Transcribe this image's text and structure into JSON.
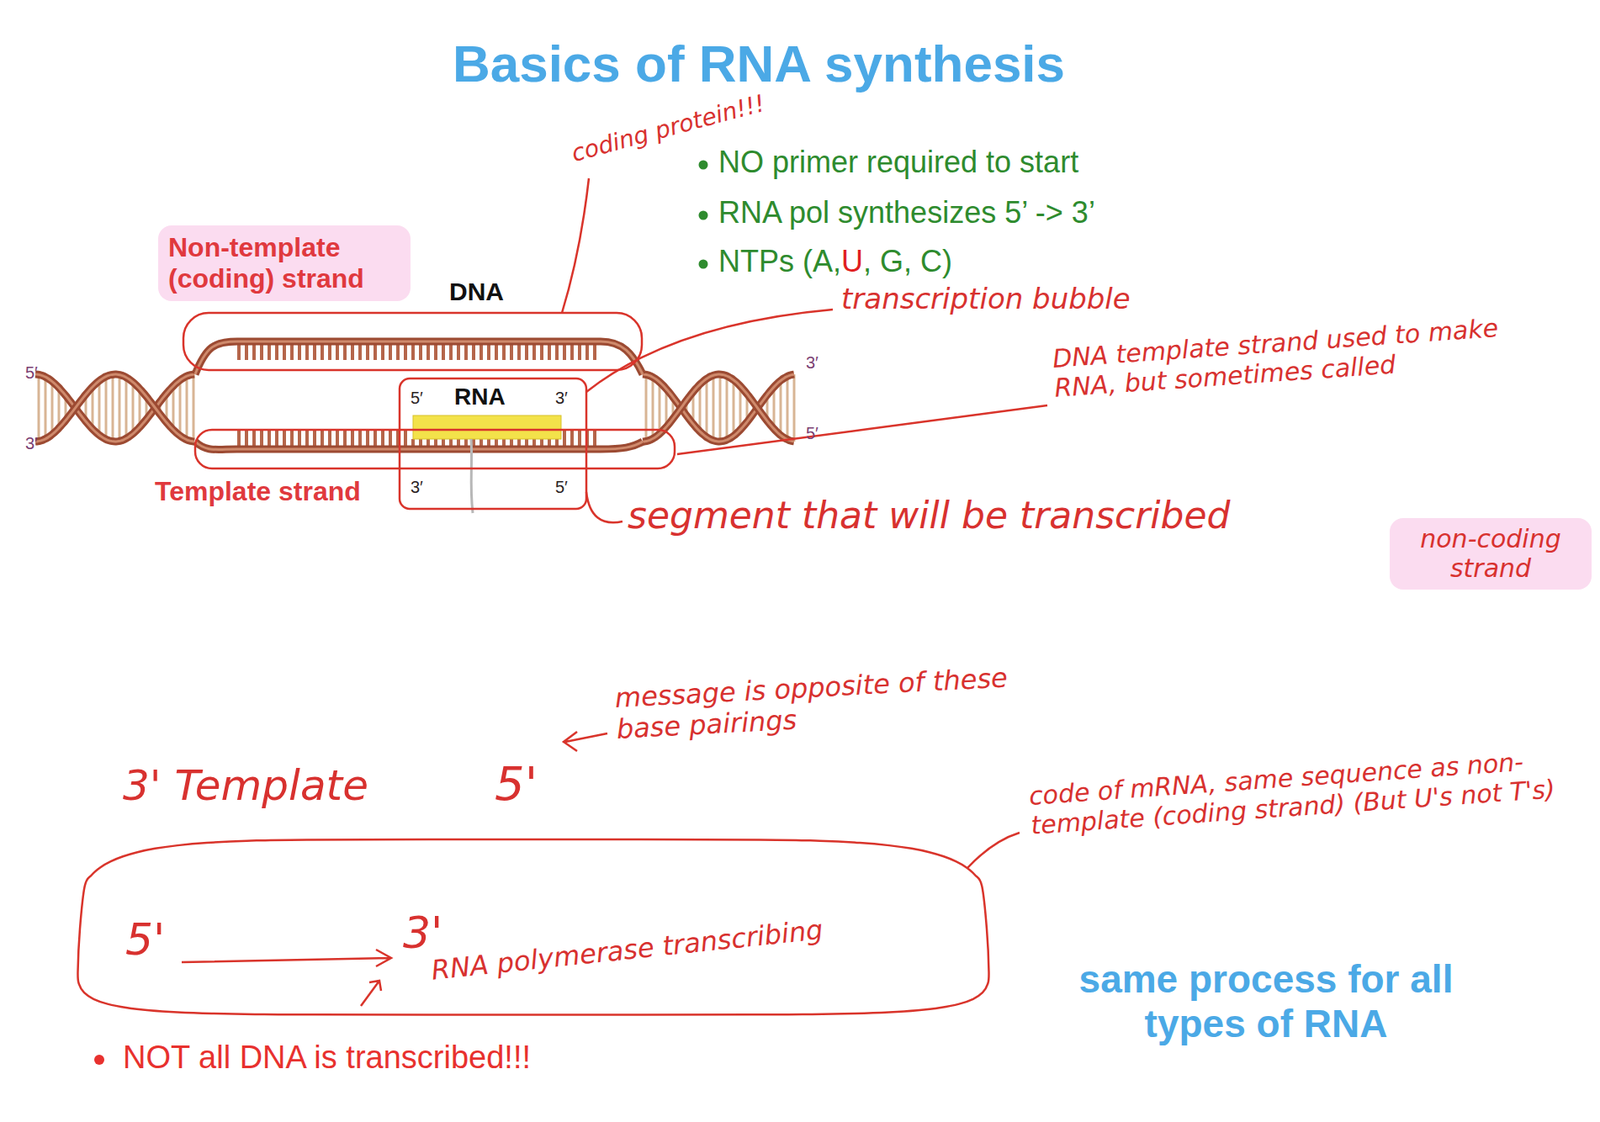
{
  "diagram": {
    "title": "Basics of RNA synthesis",
    "nodes": [
      {
        "text": [
          "Non-template (coding) strand"
        ]
      },
      {
        "text": [
          "non-coding strand"
        ]
      },
      {
        "text": [
          "5'",
          "3'",
          "RNA polymerase transcribing"
        ]
      }
    ],
    "labels": [
      "NO primer required to start",
      "RNA pol synthesizes 5’ -> 3’",
      "NTPs (A,",
      "U",
      ", G, C)",
      "coding protein!!!",
      "DNA",
      "5′",
      "3′",
      "3′",
      "5′",
      "5′",
      "RNA",
      "3′",
      "3′",
      "5′",
      "Template strand",
      "transcription bubble",
      "DNA template strand used to make RNA, but sometimes called",
      "segment that will be transcribed",
      "3' Template",
      "5'",
      "message is opposite of these base pairings",
      "code of mRNA, same sequence as non-template (coding strand) (But U's not T's)",
      "NOT all DNA is transcribed!!!",
      "same process for all types of RNA"
    ]
  }
}
